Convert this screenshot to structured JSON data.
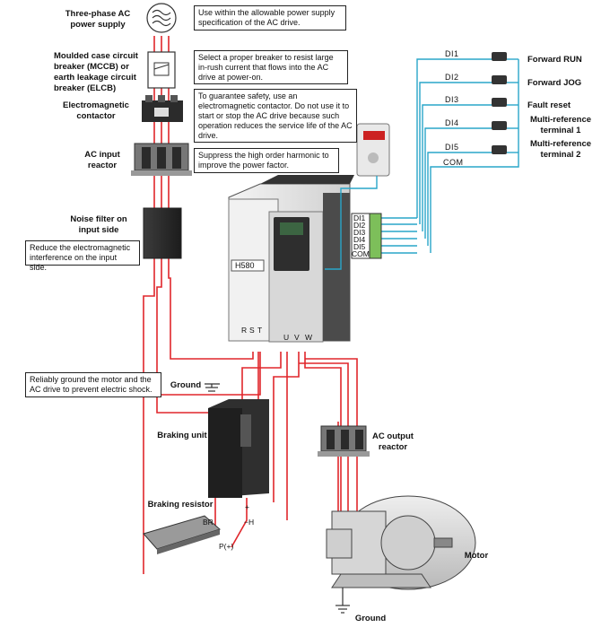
{
  "labels": {
    "supply": "Three-phase AC power supply",
    "breaker": "Moulded case circuit breaker (MCCB) or earth leakage circuit breaker (ELCB)",
    "contactor": "Electromagnetic contactor",
    "ac_input_reactor": "AC input reactor",
    "noise_filter": "Noise filter on input side",
    "braking_unit": "Braking unit",
    "braking_resistor": "Braking resistor",
    "ac_output_reactor": "AC output reactor",
    "motor": "Motor",
    "ground_1": "Ground",
    "ground_2": "Ground",
    "drive_model": "H580"
  },
  "notes": {
    "supply": "Use within the allowable power supply specification of the AC drive.",
    "breaker": "Select a proper breaker to resist large in-rush current that flows into the AC drive at power-on.",
    "contactor": "To guarantee safety, use an electromagnetic contactor. Do not use it to start or stop the AC drive because such operation reduces the service life of the AC drive.",
    "reactor": "Suppress the high order harmonic to improve the power factor.",
    "noise_filter": "Reduce the electromagnetic interference on the input side.",
    "ground": "Reliably ground the motor and the AC drive to prevent electric shock."
  },
  "terminals": {
    "input": [
      "R",
      "S",
      "T"
    ],
    "output": [
      "U",
      "V",
      "W"
    ],
    "braking_br": "BR",
    "braking_p": "P(+)",
    "braking_plus": "+",
    "braking_minus": "−H"
  },
  "digital_inputs": [
    {
      "name": "DI1",
      "function": "Forward RUN"
    },
    {
      "name": "DI2",
      "function": "Forward JOG"
    },
    {
      "name": "DI3",
      "function": "Fault reset"
    },
    {
      "name": "DI4",
      "function": "Multi-reference terminal 1"
    },
    {
      "name": "DI5",
      "function": "Multi-reference terminal 2"
    }
  ],
  "com_label": "COM",
  "terminal_block": [
    "DI1",
    "DI2",
    "DI3",
    "DI4",
    "DI5",
    "COM"
  ],
  "colors": {
    "power_wire": "#e0262b",
    "signal_wire": "#29a6c9",
    "device_gray": "#4a4a4a"
  }
}
